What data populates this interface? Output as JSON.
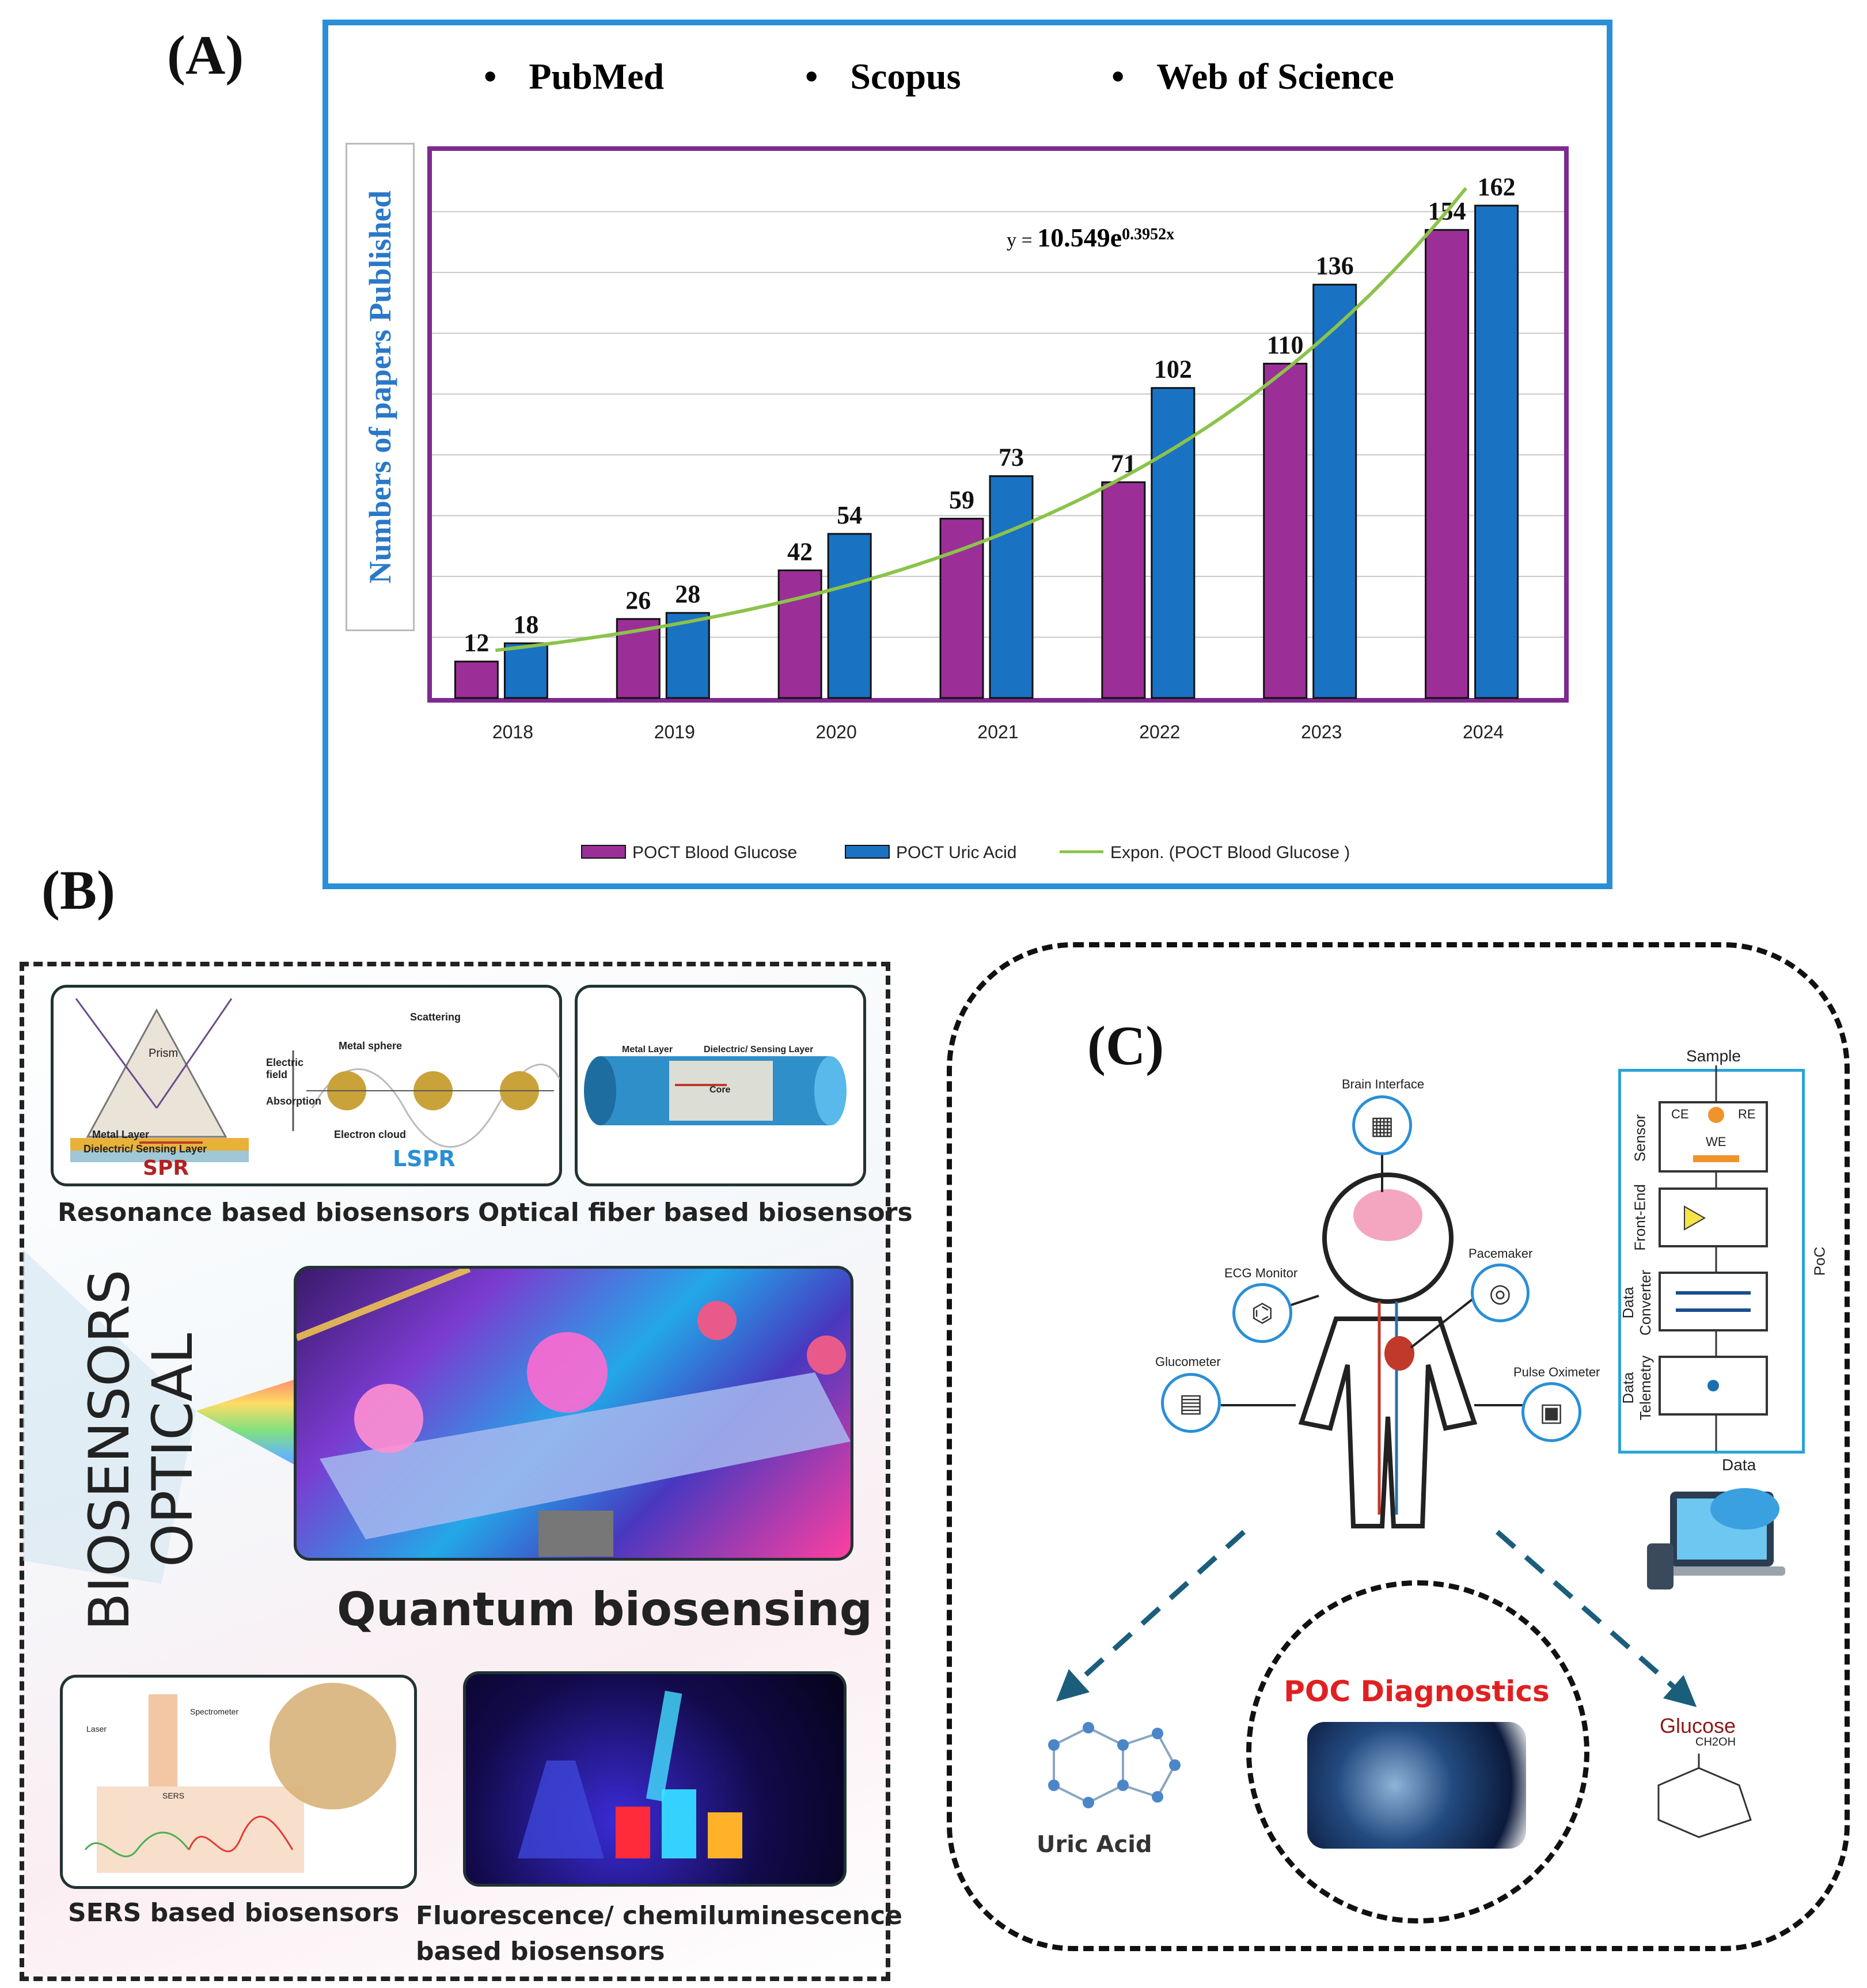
{
  "panel_a": {
    "letter": "(A)",
    "sources": [
      "PubMed",
      "Scopus",
      "Web of Science"
    ],
    "y_axis_title": "Numbers of papers Published",
    "equation_prefix": "y = ",
    "equation_main": "10.549e",
    "equation_exp": "0.3952x"
  },
  "chart_data": {
    "type": "bar",
    "categories": [
      "2018",
      "2019",
      "2020",
      "2021",
      "2022",
      "2023",
      "2024"
    ],
    "series": [
      {
        "name": "POCT Blood Glucose",
        "values": [
          12,
          26,
          42,
          59,
          71,
          110,
          154
        ],
        "color": "#9b2f97"
      },
      {
        "name": "POCT Uric Acid",
        "values": [
          18,
          28,
          54,
          73,
          102,
          136,
          162
        ],
        "color": "#1a72c2"
      }
    ],
    "trendline": {
      "name": "Expon. (POCT Blood Glucose )",
      "type": "exponential",
      "a": 10.549,
      "b": 0.3952,
      "color": "#8bc34a"
    },
    "ylim": [
      0,
      180
    ],
    "ylabel": "Numbers of papers Published",
    "grid": true,
    "legend_placement": "bottom"
  },
  "panel_b": {
    "letter": "(B)",
    "side_title_1": "OPTICAL",
    "side_title_2": "BIOSENSORS",
    "spr_label": "SPR",
    "lspr_label": "LSPR",
    "prism_label": "Prism",
    "metal_layer_label": "Metal Layer",
    "dielectric_label": "Dielectric/ Sensing Layer",
    "electric_field_label": "Electric field",
    "absorption_label": "Absorption",
    "metal_sphere_label": "Metal sphere",
    "scattering_label": "Scattering",
    "electron_cloud_label": "Electron cloud",
    "fiber_metal_label": "Metal Layer",
    "fiber_dielectric_label": "Dielectric/ Sensing Layer",
    "core_label": "Core",
    "resonance_caption": "Resonance based biosensors",
    "fiber_caption": "Optical fiber based biosensors",
    "quantum_caption": "Quantum biosensing",
    "sers_caption": "SERS based biosensors",
    "fluor_caption_1": "Fluorescence/ chemiluminescence",
    "fluor_caption_2": "based biosensors",
    "laser_label": "Laser",
    "spectrometer_label": "Spectrometer",
    "sers_label": "SERS"
  },
  "panel_c": {
    "letter": "(C)",
    "brain_interface": "Brain Interface",
    "pacemaker": "Pacemaker",
    "ecg_monitor": "ECG Monitor",
    "glucometer": "Glucometer",
    "pulse_oximeter": "Pulse Oximeter",
    "sample": "Sample",
    "sensor": "Sensor",
    "ce": "CE",
    "re": "RE",
    "we": "WE",
    "front_end": "Front-End",
    "data_converter_1": "Data",
    "data_converter_2": "Converter",
    "data_telemetry_1": "Data",
    "data_telemetry_2": "Telemetry",
    "poc": "PoC",
    "data": "Data",
    "poc_diagnostics": "POC Diagnostics",
    "uric_acid": "Uric Acid",
    "glucose": "Glucose",
    "ch2oh": "CH2OH"
  }
}
